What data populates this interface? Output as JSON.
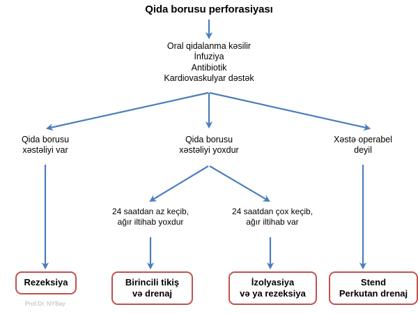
{
  "diagram": {
    "title": "Qida borusu perforasiyası",
    "accent_arrow_color": "#4a7ebb",
    "box_border_color": "#c0504d",
    "background_color": "#ffffff",
    "text_color": "#000000"
  },
  "nodes": {
    "root": {
      "label": "Qida borusu perforasiyası"
    },
    "initial_management": {
      "label": "Oral qidalanma kəsilir\nİnfuziya\nAntibiotik\nKardiovaskulyar dəstək",
      "lines": [
        "Oral qidalanma kəsilir",
        "İnfuziya",
        "Antibiotik",
        "Kardiovaskulyar dəstək"
      ]
    },
    "branch_left": {
      "label": "Qida borusu\nxəstəliyi var"
    },
    "branch_middle": {
      "label": "Qida borusu\nxəstəliyi yoxdur"
    },
    "branch_right": {
      "label": "Xəstə operabel\ndeyil"
    },
    "sub_left": {
      "label": "24 saatdan az keçib,\nağır iltihab yoxdur"
    },
    "sub_right": {
      "label": "24 saatdan çox keçib,\nağır iltihab var"
    }
  },
  "outcomes": [
    {
      "label": "Rezeksiya"
    },
    {
      "label": "Birincili tikiş\nvə drenaj"
    },
    {
      "label": "İzolyasiya\nvə ya rezeksiya"
    },
    {
      "label": "Stend\nPerkutan drenaj"
    }
  ],
  "credit": {
    "label": "Prof.Dr. NYBay"
  },
  "chart_data": {
    "type": "table",
    "title": "Qida borusu perforasiyası",
    "levels": [
      {
        "level": 0,
        "items": [
          "Qida borusu perforasiyası"
        ]
      },
      {
        "level": 1,
        "items": [
          "Oral qidalanma kəsilir",
          "İnfuziya",
          "Antibiotik",
          "Kardiovaskulyar dəstək"
        ]
      },
      {
        "level": 2,
        "items": [
          "Qida borusu xəstəliyi var",
          "Qida borusu xəstəliyi yoxdur",
          "Xəstə operabel deyil"
        ]
      },
      {
        "level": 3,
        "items": [
          "24 saatdan az keçib, ağır iltihab yoxdur",
          "24 saatdan çox keçib, ağır iltihab var"
        ]
      },
      {
        "level": 4,
        "items": [
          "Rezeksiya",
          "Birincili tikiş və drenaj",
          "İzolyasiya və ya rezeksiya",
          "Stend Perkutan drenaj"
        ]
      }
    ]
  }
}
